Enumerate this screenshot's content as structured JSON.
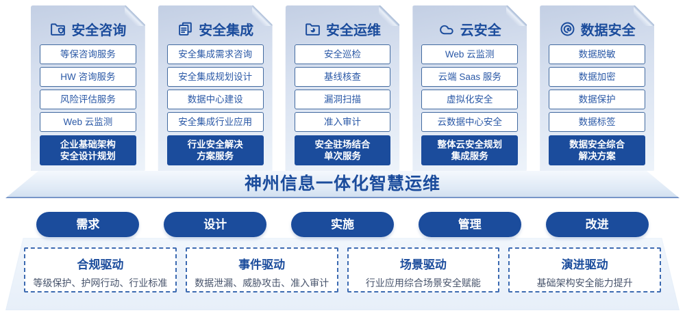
{
  "colors": {
    "primary_blue": "#1b4c9c",
    "item_text_blue": "#2a58a6",
    "item_border_blue": "#41699f",
    "panel_gradient_top": "#c3cfe4",
    "panel_gradient_bottom": "#edf3fa",
    "driver_desc_gray": "#47536b",
    "white": "#ffffff"
  },
  "columns": [
    {
      "title": "安全咨询",
      "icon": "folder-shield-icon",
      "items": [
        "等保咨询服务",
        "HW 咨询服务",
        "风险评估服务",
        "Web 云监测"
      ],
      "footer": [
        "企业基础架构",
        "安全设计规划"
      ]
    },
    {
      "title": "安全集成",
      "icon": "copy-docs-icon",
      "items": [
        "安全集成需求咨询",
        "安全集成规划设计",
        "数据中心建设",
        "安全集成行业应用"
      ],
      "footer": [
        "行业安全解决",
        "方案服务"
      ]
    },
    {
      "title": "安全运维",
      "icon": "folder-chart-icon",
      "items": [
        "安全巡检",
        "基线核查",
        "漏洞扫描",
        "准入审计"
      ],
      "footer": [
        "安全驻场结合",
        "单次服务"
      ]
    },
    {
      "title": "云安全",
      "icon": "cloud-icon",
      "items": [
        "Web 云监测",
        "云端 Saas 服务",
        "虚拟化安全",
        "云数据中心安全"
      ],
      "footer": [
        "整体云安全规划",
        "集成服务"
      ]
    },
    {
      "title": "数据安全",
      "icon": "fingerprint-icon",
      "items": [
        "数据脱敏",
        "数据加密",
        "数据保护",
        "数据标签"
      ],
      "footer": [
        "数据安全综合",
        "解决方案"
      ]
    }
  ],
  "banner": {
    "title": "神州信息一体化智慧运维"
  },
  "process_pills": [
    "需求",
    "设计",
    "实施",
    "管理",
    "改进"
  ],
  "drivers": [
    {
      "title": "合规驱动",
      "desc": "等级保护、护网行动、行业标准"
    },
    {
      "title": "事件驱动",
      "desc": "数据泄漏、威胁攻击、准入审计"
    },
    {
      "title": "场景驱动",
      "desc": "行业应用综合场景安全赋能"
    },
    {
      "title": "演进驱动",
      "desc": "基础架构安全能力提升"
    }
  ]
}
